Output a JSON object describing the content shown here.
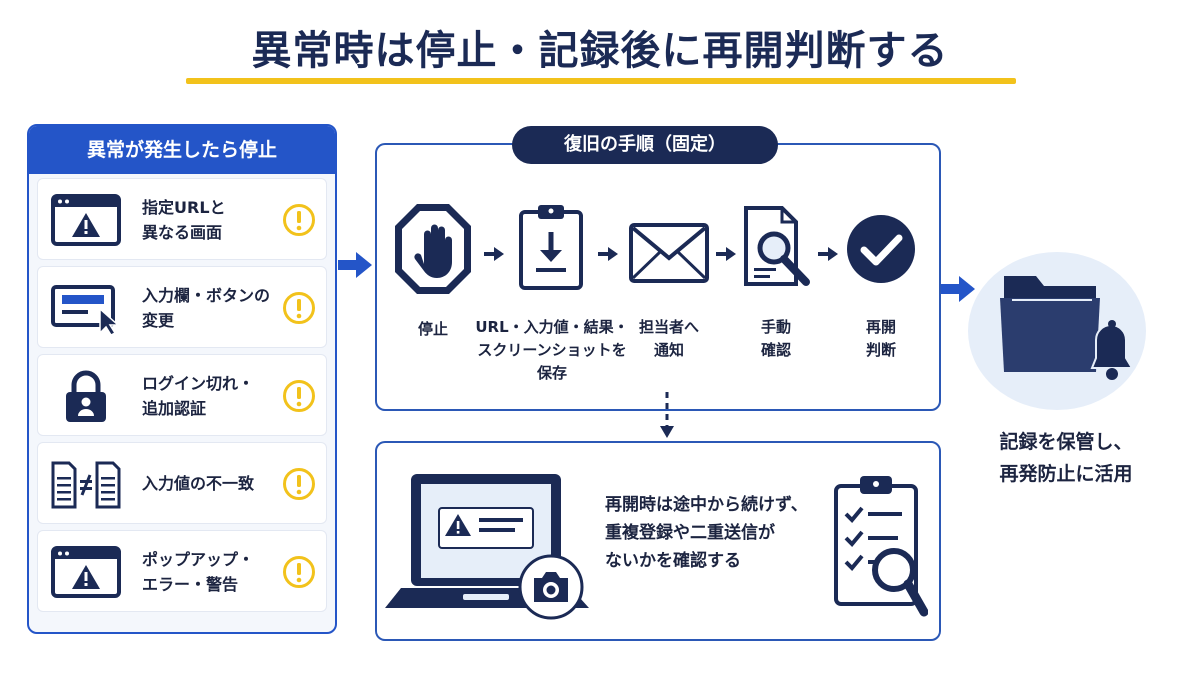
{
  "title": "異常時は停止・記録後に再開判断する",
  "colors": {
    "navy": "#1b2a55",
    "blue": "#2455c8",
    "accent_yellow": "#f2c21b"
  },
  "left_panel": {
    "heading": "異常が発生したら停止",
    "items": [
      {
        "line1": "指定URLと",
        "line2": "異なる画面",
        "icon": "browser-warning-icon"
      },
      {
        "line1": "入力欄・ボタンの",
        "line2": "変更",
        "icon": "input-cursor-icon"
      },
      {
        "line1": "ログイン切れ・",
        "line2": "追加認証",
        "icon": "lock-user-icon"
      },
      {
        "line1": "入力値の不一致",
        "line2": "",
        "icon": "document-not-equal-icon"
      },
      {
        "line1": "ポップアップ・",
        "line2": "エラー・警告",
        "icon": "popup-warning-icon"
      }
    ],
    "warning_icon": "exclamation-circle-icon"
  },
  "process": {
    "heading": "復旧の手順（固定）",
    "steps": [
      {
        "line1": "停止",
        "line2": "",
        "icon": "stop-hand-icon"
      },
      {
        "line1": "URL・入力値・結果・",
        "line2": "スクリーンショットを保存",
        "icon": "clipboard-download-icon"
      },
      {
        "line1": "担当者へ",
        "line2": "通知",
        "icon": "envelope-icon"
      },
      {
        "line1": "手動",
        "line2": "確認",
        "icon": "document-search-icon"
      },
      {
        "line1": "再開",
        "line2": "判断",
        "icon": "check-circle-icon"
      }
    ]
  },
  "note": {
    "line1": "再開時は途中から続けず、",
    "line2": "重複登録や二重送信が",
    "line3": "ないかを確認する",
    "icons": [
      "laptop-warning-icon",
      "camera-icon",
      "checklist-search-icon"
    ]
  },
  "result": {
    "line1": "記録を保管し、",
    "line2": "再発防止に活用",
    "icon": "folder-bell-icon"
  }
}
